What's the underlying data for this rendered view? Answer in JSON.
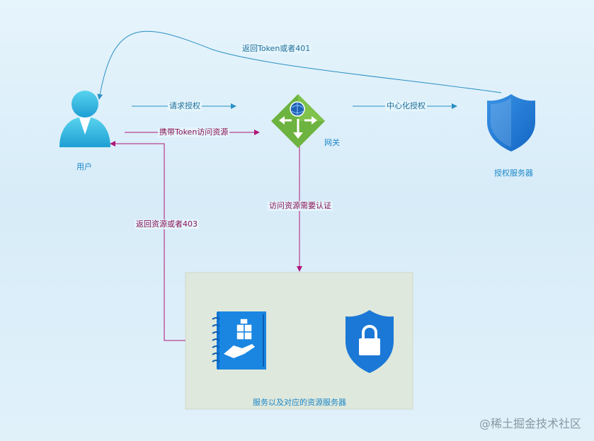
{
  "nodes": {
    "user": {
      "label": "用户",
      "icon": "user-icon"
    },
    "gateway": {
      "label": "网关",
      "icon": "gateway-icon"
    },
    "auth_server": {
      "label": "授权服务器",
      "icon": "shield-icon"
    },
    "services": {
      "label": "服务以及对应的资源服务器",
      "icons": [
        "resource-book-icon",
        "lock-shield-icon"
      ]
    }
  },
  "edges": {
    "return_token": "返回Token或者401",
    "request_auth": "请求授权",
    "carry_token": "携带Token访问资源",
    "central_auth": "中心化授权",
    "access_requires_auth": "访问资源需要认证",
    "return_resource": "返回资源或者403"
  },
  "watermark": "@稀土掘金技术社区",
  "colors": {
    "blue_edge": "#2a90c4",
    "magenta_edge": "#b0157a",
    "gateway_green": "#6db33f",
    "shield_blue": "#1b78d6",
    "services_panel": "#dfe8dc"
  }
}
